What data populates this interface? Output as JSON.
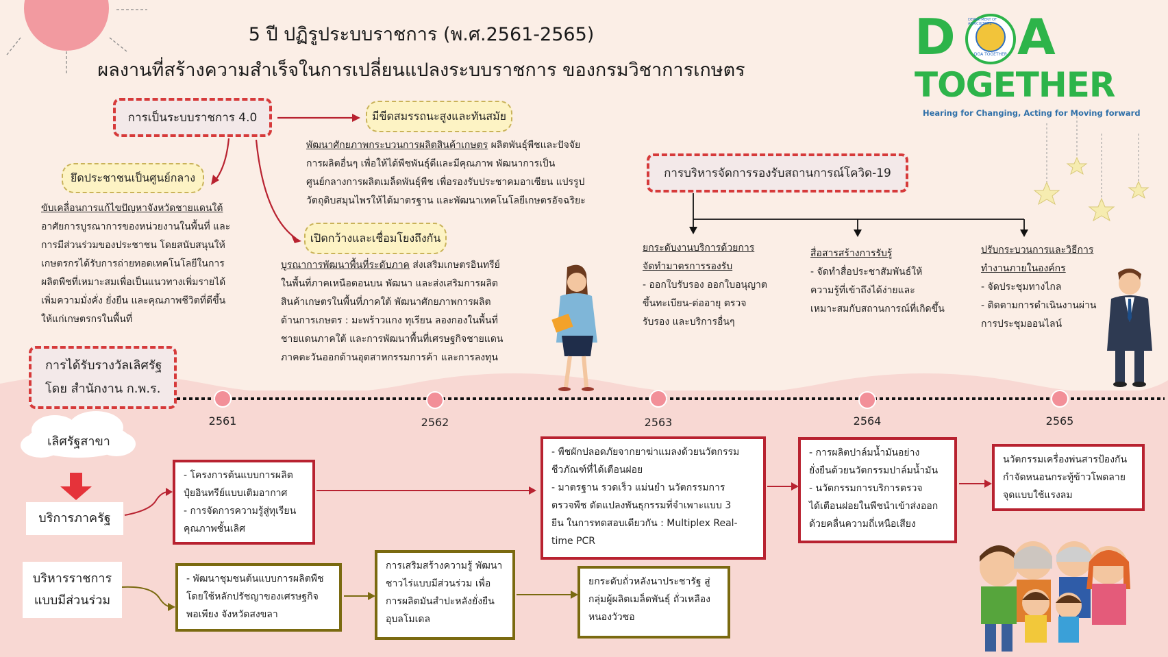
{
  "header": {
    "title_line1": "5 ปี ปฏิรูประบบราชการ (พ.ศ.2561-2565)",
    "title_line2": "ผลงานที่สร้างความสำเร็จในการเปลี่ยนแปลงระบบราชการ ของกรมวิชาการเกษตร"
  },
  "logo": {
    "letter_d": "D",
    "letter_a": "A",
    "together": "TOGETHER",
    "tagline": "Hearing for Changing, Acting for Moving forward",
    "seal_text_top": "DEPARTMENT OF AGRICULTURE",
    "seal_text_bottom": "DOA TOGETHER",
    "color": "#2db44a"
  },
  "gov40": {
    "label": "การเป็นระบบราชการ 4.0",
    "high_competency": {
      "label": "มีขีดสมรรถนะสูงและทันสมัย",
      "link": "พัฒนาศักยภาพกระบวนการผลิตสินค้าเกษตร",
      "lines": [
        " ผลิตพันธุ์พืชและปัจจัย",
        "การผลิตอื่นๆ เพื่อให้ได้พืชพันธุ์ดีและมีคุณภาพ พัฒนาการเป็น",
        "ศูนย์กลางการผลิตเมล็ดพันธุ์พืช เพื่อรองรับประชาคมอาเซียน แปรรูป",
        "วัตถุดิบสมุนไพรให้ได้มาตรฐาน และพัฒนาเทคโนโลยีเกษตรอัจฉริยะ"
      ]
    },
    "citizen_centric": {
      "label": "ยึดประชาชนเป็นศูนย์กลาง",
      "link": "ขับเคลื่อนการแก้ไขปัญหาจังหวัดชายแดนใต้",
      "lines": [
        "อาศัยการบูรณาการของหน่วยงานในพื้นที่ และ",
        "การมีส่วนร่วมของประชาชน โดยสนับสนุนให้",
        "เกษตรกรได้รับการถ่ายทอดเทคโนโลยีในการ",
        "ผลิตพืชที่เหมาะสมเพื่อเป็นแนวทางเพิ่มรายได้",
        "เพิ่มความมั่งคั่ง ยั่งยืน และคุณภาพชีวิตที่ดีขึ้น",
        "ให้แก่เกษตรกรในพื้นที่"
      ]
    },
    "open_connected": {
      "label": "เปิดกว้างและเชื่อมโยงถึงกัน",
      "link": "บูรณาการพัฒนาพื้นที่ระดับภาค",
      "lines": [
        " ส่งเสริมเกษตรอินทรีย์",
        "ในพื้นที่ภาคเหนือตอนบน พัฒนา และส่งเสริมการผลิต",
        "สินค้าเกษตรในพื้นที่ภาคใต้ พัฒนาศักยภาพการผลิต",
        "ด้านการเกษตร : มะพร้าวแกง ทุเรียน ลองกองในพื้นที่",
        "ชายแดนภาคใต้ และการพัฒนาพื้นที่เศรษฐกิจชายแดน",
        "ภาคตะวันออกด้านอุตสาหกรรมการค้า และการลงทุน"
      ]
    }
  },
  "covid": {
    "label": "การบริหารจัดการรองรับสถานการณ์โควิด-19",
    "items": [
      {
        "heading": [
          "ยกระดับงานบริการด้วยการ",
          "จัดทำมาตรการรองรับ"
        ],
        "lines": [
          "- ออกใบรับรอง ออกใบอนุญาต",
          "ขึ้นทะเบียน-ต่ออายุ ตรวจ",
          "รับรอง และบริการอื่นๆ"
        ]
      },
      {
        "heading": [
          "สื่อสารสร้างการรับรู้"
        ],
        "lines": [
          "- จัดทำสื่อประชาสัมพันธ์ให้",
          "ความรู้ที่เข้าถึงได้ง่ายและ",
          "เหมาะสมกับสถานการณ์ที่เกิดขึ้น"
        ]
      },
      {
        "heading": [
          "ปรับกระบวนการและวิธีการ",
          "ทำงานภายในองค์กร"
        ],
        "lines": [
          "- จัดประชุมทางไกล",
          "- ติดตามการดำเนินงานผ่าน",
          "การประชุมออนไลน์"
        ]
      }
    ]
  },
  "award": {
    "label_line1": "การได้รับรางวัลเลิศรัฐ",
    "label_line2": "โดย สำนักงาน ก.พ.ร."
  },
  "timeline": {
    "years": [
      "2561",
      "2562",
      "2563",
      "2564",
      "2565"
    ]
  },
  "left_labels": {
    "cloud": "เลิศรัฐสาขา",
    "public_service": "บริการภาครัฐ",
    "participatory_line1": "บริหารราชการ",
    "participatory_line2": "แบบมีส่วนร่วม"
  },
  "public_service_boxes": [
    [
      "- โครงการต้นแบบการผลิต",
      "ปุ๋ยอินทรีย์แบบเติมอากาศ",
      "- การจัดการความรู้สู่ทุเรียน",
      "คุณภาพชั้นเลิศ"
    ],
    [
      "- พืชผักปลอดภัยจากยาฆ่าแมลงด้วยนวัตกรรม",
      "ชีวภัณฑ์ที่ได้เตือนฝอย",
      "- มาตรฐาน รวดเร็ว แม่นยำ นวัตกรรมการ",
      "ตรวจพืช ดัดแปลงพันธุกรรมที่จำเพาะแบบ 3",
      "ยีน ในการทดสอบเดียวกัน : Multiplex Real-",
      "time PCR"
    ],
    [
      "- การผลิตปาล์มน้ำมันอย่าง",
      "ยั่งยืนด้วยนวัตกรรมปาล์มน้ำมัน",
      "- นวัตกรรมการบริการตรวจ",
      "ได้เตือนฝอยในพืชนำเข้าส่งออก",
      "ด้วยคลื่นความถี่เหนือเสียง"
    ],
    [
      "นวัตกรรมเครื่องพ่นสารป้องกัน",
      "กำจัดหนอนกระทู้ข้าวโพดลาย",
      "จุดแบบใช้แรงลม"
    ]
  ],
  "participatory_boxes": [
    [
      "- พัฒนาชุมชนต้นแบบการผลิตพืช",
      "โดยใช้หลักปรัชญาของเศรษฐกิจ",
      "พอเพียง จังหวัดสงขลา"
    ],
    [
      "การเสริมสร้างความรู้ พัฒนา",
      "ชาวไร่แบบมีส่วนร่วม เพื่อ",
      "การผลิตมันสำปะหลังยั่งยืน",
      "อุบลโมเดล"
    ],
    [
      "ยกระดับถั่วหลังนาประชารัฐ สู่",
      "กลุ่มผู้ผลิตเมล็ดพันธุ์ ถั่วเหลือง",
      "หนองวัวซอ"
    ]
  ],
  "colors": {
    "red": "#b82230",
    "dashed_red": "#d63a3a",
    "olive": "#7a6a10",
    "pill_yellow": "#fdf3c4",
    "dot_pink": "#f28f98",
    "sun_pink": "#f29aa0"
  }
}
